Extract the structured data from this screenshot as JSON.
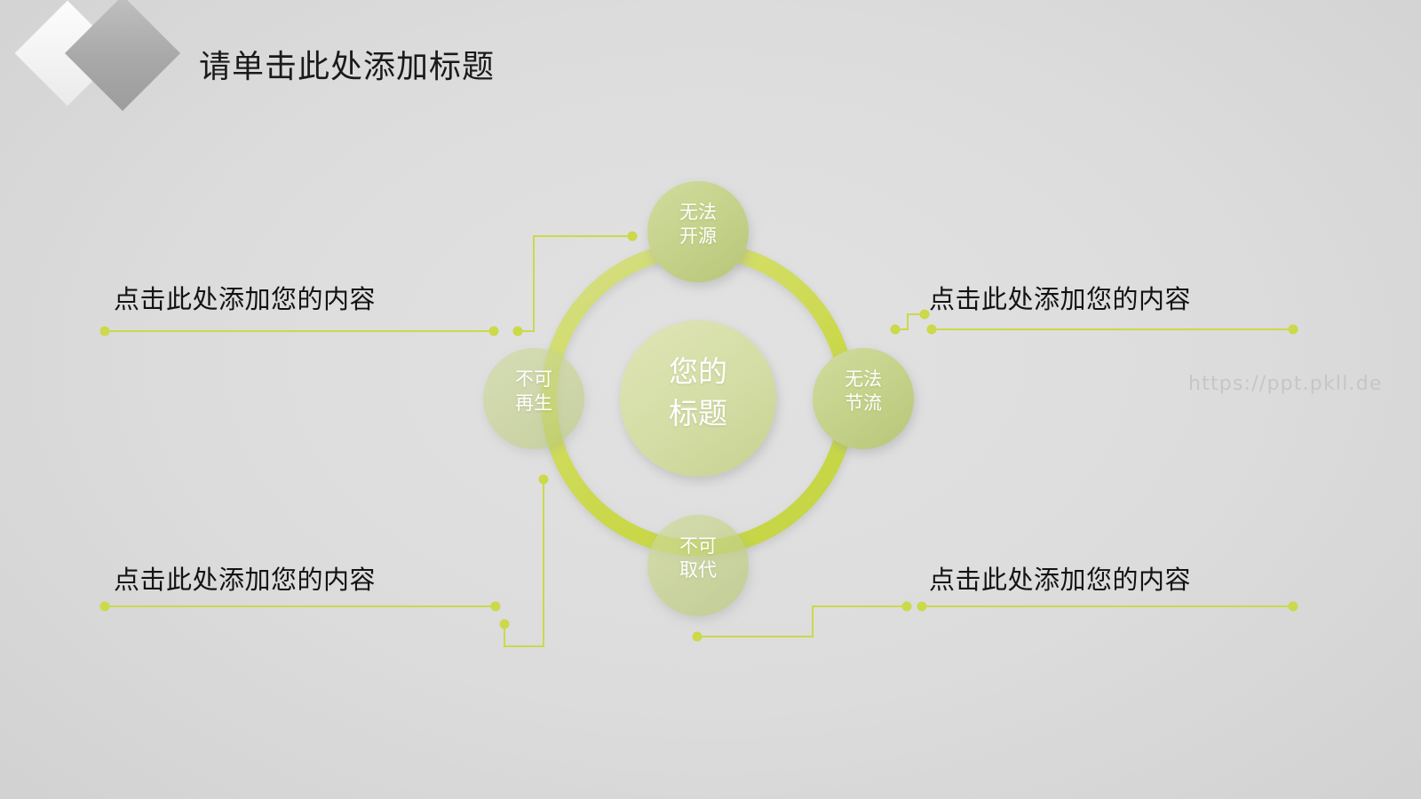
{
  "header": {
    "title": "请单击此处添加标题",
    "decor": {
      "diamond_front": "white-diamond",
      "diamond_back": "gray-diamond"
    }
  },
  "diagram": {
    "center_node": {
      "line1": "您的",
      "line2": "标题"
    },
    "nodes": [
      {
        "id": "top",
        "line1": "无法",
        "line2": "开源"
      },
      {
        "id": "right",
        "line1": "无法",
        "line2": "节流"
      },
      {
        "id": "bottom",
        "line1": "不可",
        "line2": "取代"
      },
      {
        "id": "left",
        "line1": "不可",
        "line2": "再生"
      }
    ],
    "ring_color": "#cbd94a",
    "node_color": "#c3d089",
    "center_color": "#d5dda6",
    "connector_color": "#cbd94a"
  },
  "content_blocks": [
    {
      "id": "top-left",
      "text": "点击此处添加您的内容"
    },
    {
      "id": "top-right",
      "text": "点击此处添加您的内容"
    },
    {
      "id": "bottom-left",
      "text": "点击此处添加您的内容"
    },
    {
      "id": "bottom-right",
      "text": "点击此处添加您的内容"
    }
  ],
  "watermark": {
    "text": "https://ppt.pkll.de"
  }
}
